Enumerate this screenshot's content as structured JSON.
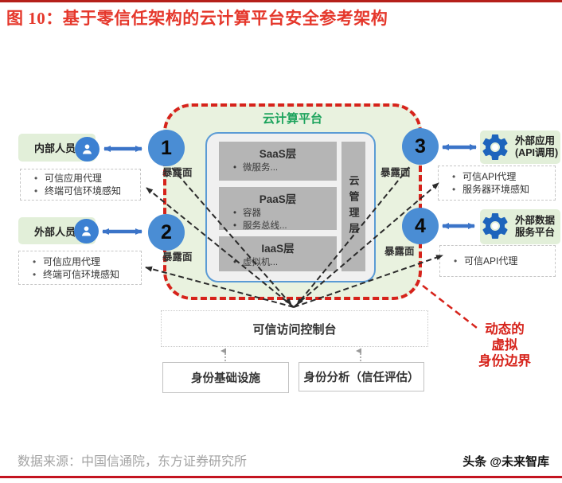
{
  "header": {
    "title": "图 10：基于零信任架构的云计算平台安全参考架构"
  },
  "footer": {
    "source": "数据来源：中国信通院，东方证券研究所",
    "brand": "头条 @未来智库"
  },
  "colors": {
    "accent_red": "#d6231b",
    "title_red": "#e5372b",
    "platform_fill": "#e9f2df",
    "platform_title_green": "#1ca35c",
    "circle_blue": "#4a8dd4",
    "arrow_blue": "#3b74c8",
    "icon_blue": "#3c80d2",
    "gear_blue": "#1d64bc",
    "layer_gray": "#b5b5b5"
  },
  "diagram": {
    "platform_title": "云计算平台",
    "layers": [
      {
        "title": "SaaS层",
        "items": [
          "微服务..."
        ]
      },
      {
        "title": "PaaS层",
        "items": [
          "容器",
          "服务总线..."
        ]
      },
      {
        "title": "IaaS层",
        "items": [
          "虚拟机..."
        ]
      }
    ],
    "mgmt_layer": "云管理层",
    "exposure_label": "暴露面",
    "circles": [
      "1",
      "2",
      "3",
      "4"
    ],
    "left_actors": [
      {
        "label": "内部人员",
        "icon": "user-icon",
        "notes": [
          "可信应用代理",
          "终端可信环境感知"
        ]
      },
      {
        "label": "外部人员",
        "icon": "user-icon",
        "notes": [
          "可信应用代理",
          "终端可信环境感知"
        ]
      }
    ],
    "right_actors": [
      {
        "lines": [
          "外部应用",
          "(API调用)"
        ],
        "icon": "gear-icon",
        "notes": [
          "可信API代理",
          "服务器环境感知"
        ]
      },
      {
        "lines": [
          "外部数据",
          "服务平台"
        ],
        "icon": "gear-icon",
        "notes": [
          "可信API代理"
        ]
      }
    ],
    "console_label": "可信访问控制台",
    "identity_boxes": [
      "身份基础设施",
      "身份分析（信任评估）"
    ],
    "boundary_lines": [
      "动态的",
      "虚拟",
      "身份边界"
    ]
  }
}
